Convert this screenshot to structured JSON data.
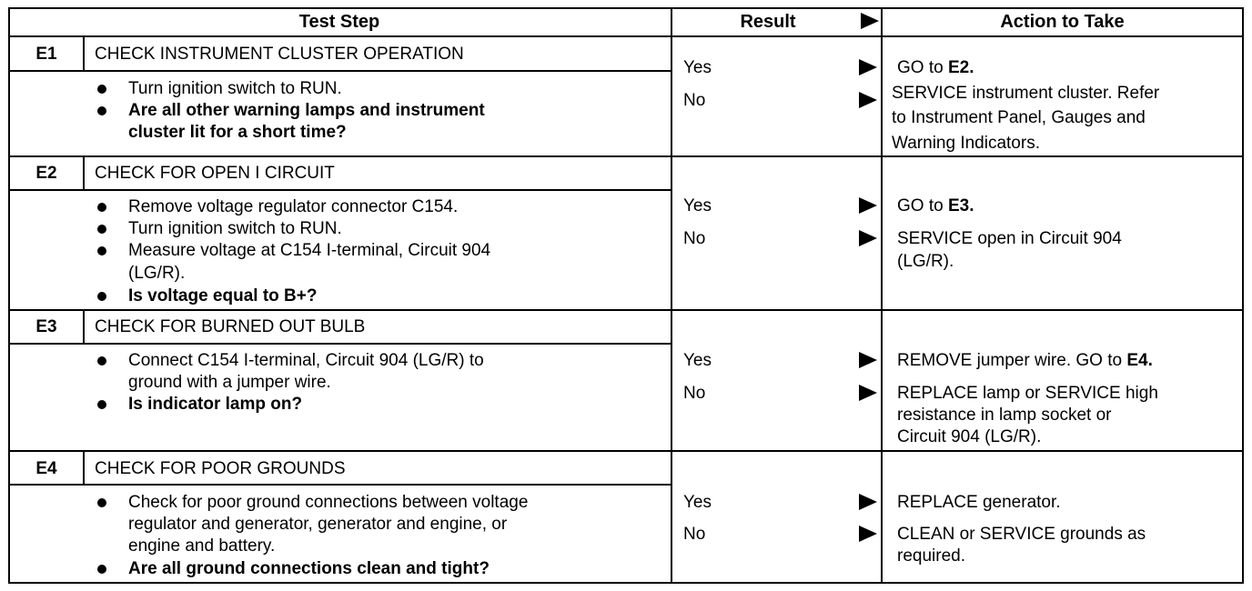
{
  "header": {
    "test_step": "Test Step",
    "result": "Result",
    "action": "Action to Take"
  },
  "steps": [
    {
      "id": "E1",
      "title": "CHECK INSTRUMENT CLUSTER OPERATION",
      "bullets": [
        [
          "Turn ignition switch to RUN."
        ],
        [
          "Are all other warning lamps and instrument",
          "cluster lit for a short time?"
        ]
      ],
      "results": [
        {
          "label": "Yes",
          "action": [
            "GO to E2."
          ]
        },
        {
          "label": "No",
          "action": [
            "SERVICE instrument cluster. Refer",
            "to Instrument Panel, Gauges and",
            "Warning Indicators."
          ]
        }
      ]
    },
    {
      "id": "E2",
      "title": "CHECK FOR OPEN I CIRCUIT",
      "bullets": [
        [
          "Remove voltage regulator connector C154."
        ],
        [
          "Turn ignition switch to RUN."
        ],
        [
          "Measure voltage at C154 I-terminal, Circuit 904",
          "(LG/R)."
        ],
        [
          "Is voltage equal to B+?"
        ]
      ],
      "results": [
        {
          "label": "Yes",
          "action": [
            "GO to E3."
          ]
        },
        {
          "label": "No",
          "action": [
            "SERVICE open in Circuit 904",
            "(LG/R)."
          ]
        }
      ]
    },
    {
      "id": "E3",
      "title": "CHECK FOR BURNED OUT BULB",
      "bullets": [
        [
          "Connect C154 I-terminal, Circuit 904 (LG/R) to",
          "ground with a jumper wire."
        ],
        [
          "Is indicator lamp on?"
        ]
      ],
      "results": [
        {
          "label": "Yes",
          "action": [
            "REMOVE jumper wire. GO to E4."
          ]
        },
        {
          "label": "No",
          "action": [
            "REPLACE lamp or SERVICE high",
            "resistance in lamp socket or",
            "Circuit 904 (LG/R)."
          ]
        }
      ]
    },
    {
      "id": "E4",
      "title": "CHECK FOR POOR GROUNDS",
      "bullets": [
        [
          "Check for poor ground connections between voltage",
          "regulator and generator, generator and engine, or",
          "engine and battery."
        ],
        [
          "Are all ground connections clean and tight?"
        ]
      ],
      "results": [
        {
          "label": "Yes",
          "action": [
            "REPLACE generator."
          ]
        },
        {
          "label": "No",
          "action": [
            "CLEAN or SERVICE grounds as",
            "required."
          ]
        }
      ]
    }
  ]
}
